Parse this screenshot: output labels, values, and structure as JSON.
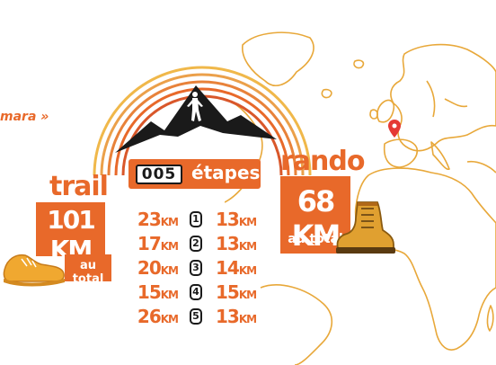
{
  "quote": "mara »",
  "etapes": {
    "count": "005",
    "label": "étapes"
  },
  "trail": {
    "label": "trail",
    "distance": "101 KM",
    "sub": "au total"
  },
  "rando": {
    "label": "rando",
    "distance": "68 KM",
    "sub": "au total"
  },
  "stages": [
    {
      "num": "1",
      "trail": "23",
      "rando": "13",
      "unit": "KM"
    },
    {
      "num": "2",
      "trail": "17",
      "rando": "13",
      "unit": "KM"
    },
    {
      "num": "3",
      "trail": "20",
      "rando": "14",
      "unit": "KM"
    },
    {
      "num": "4",
      "trail": "15",
      "rando": "15",
      "unit": "KM"
    },
    {
      "num": "5",
      "trail": "26",
      "rando": "13",
      "unit": "KM"
    }
  ],
  "colors": {
    "accent": "#e8692a",
    "map": "#e8a83a",
    "dark": "#1a1a1a",
    "pin": "#e53935"
  },
  "icons": [
    "mountain-runner-icon",
    "running-shoe-icon",
    "hiking-boot-icon",
    "location-pin-icon",
    "world-map"
  ]
}
